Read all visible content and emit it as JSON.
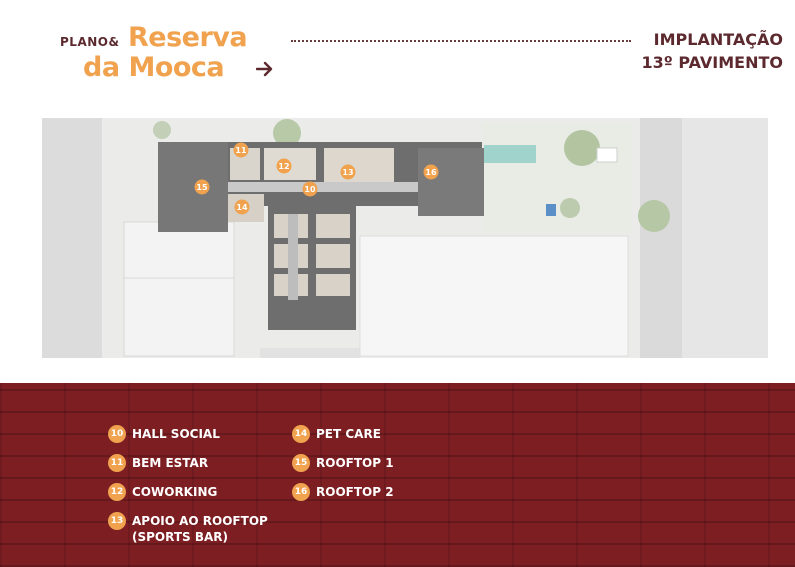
{
  "header": {
    "brand_small": "PLANO&",
    "brand_line1": "Reserva",
    "brand_line2": "da Mooca",
    "title_line1": "IMPLANTAÇÃO",
    "title_line2": "13º PAVIMENTO"
  },
  "plan": {
    "markers": [
      "10",
      "11",
      "12",
      "13",
      "14",
      "15",
      "16"
    ]
  },
  "legend": {
    "items": [
      {
        "num": "10",
        "label": "HALL SOCIAL"
      },
      {
        "num": "11",
        "label": "BEM ESTAR"
      },
      {
        "num": "12",
        "label": "COWORKING"
      },
      {
        "num": "13",
        "label": "APOIO AO ROOFTOP\n(SPORTS BAR)"
      },
      {
        "num": "14",
        "label": "PET CARE"
      },
      {
        "num": "15",
        "label": "ROOFTOP 1"
      },
      {
        "num": "16",
        "label": "ROOFTOP 2"
      }
    ]
  },
  "colors": {
    "accent_orange": "#f0a24e",
    "brand_maroon": "#5c2a2e",
    "legend_background": "#7d1e22"
  }
}
